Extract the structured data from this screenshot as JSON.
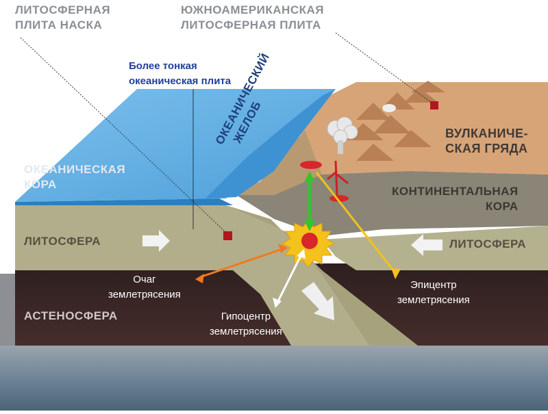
{
  "labels": {
    "nazca_plate": [
      "ЛИТОСФЕРНАЯ",
      "ПЛИТА НАСКА"
    ],
    "south_american_plate": [
      "ЮЖНОАМЕРИКАНСКАЯ",
      "ЛИТОСФЕРНАЯ ПЛИТА"
    ],
    "thinner_oceanic_plate": [
      "Более тонкая",
      "океаническая плита"
    ],
    "oceanic_trench": [
      "ОКЕАНИЧЕСКИЙ",
      "ЖЕЛОБ"
    ],
    "volcanic_ridge": [
      "ВУЛКАНИЧЕ-",
      "СКАЯ ГРЯДА"
    ],
    "oceanic_crust": [
      "ОКЕАНИЧЕСКАЯ",
      "КОРА"
    ],
    "continental_crust": [
      "КОНТИНЕНТАЛЬНАЯ",
      "КОРА"
    ],
    "lithosphere_left": "ЛИТОСФЕРА",
    "lithosphere_right": "ЛИТОСФЕРА",
    "asthenosphere": "АСТЕНОСФЕРА",
    "earthquake_source": [
      "Очаг",
      "землетрясения"
    ],
    "hypocenter": [
      "Гипоцентр",
      "землетрясения"
    ],
    "epicenter": [
      "Эпицентр",
      "землетрясения"
    ]
  },
  "colors": {
    "ocean_surface": "#6fb6e6",
    "ocean_side": "#3a8fd0",
    "continent": "#d9a679",
    "continental_crust": "#8e887a",
    "lithosphere": "#b4b18f",
    "asthenosphere": "#3a2726",
    "focus_arrow": "#f07a1c",
    "hypocenter_arrow": "#ffffff",
    "epicenter_arrow": "#f2c21c",
    "vertical_arrow": "#34c42c",
    "burst": "#f4c21a",
    "magma": "#d9262a"
  },
  "icons": [
    "right-arrow-icon",
    "left-arrow-icon",
    "down-right-arrow-icon",
    "explosion-icon",
    "volcano-icon",
    "plume-icon"
  ]
}
